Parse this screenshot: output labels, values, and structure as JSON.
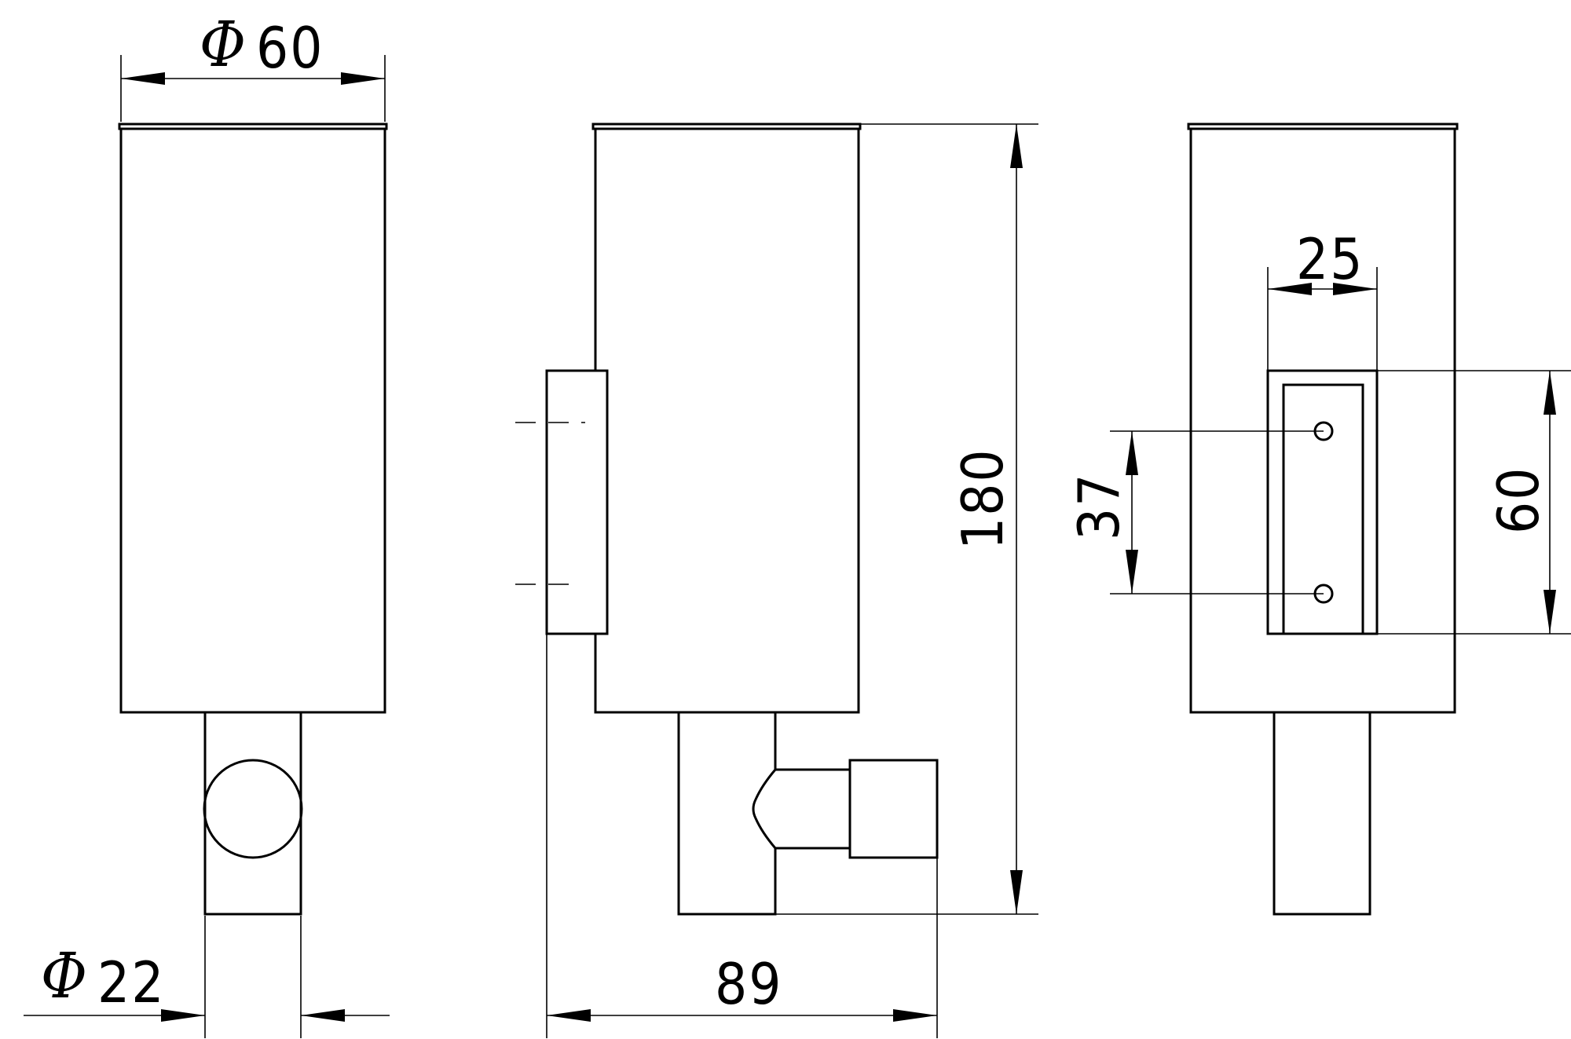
{
  "dimensions": {
    "top_diameter": {
      "symbol": "Φ",
      "value": "60"
    },
    "bottom_diameter": {
      "symbol": "Φ",
      "value": "22"
    },
    "depth": "89",
    "height": "180",
    "plate_width": "25",
    "hole_spacing": "37",
    "plate_height": "60"
  }
}
